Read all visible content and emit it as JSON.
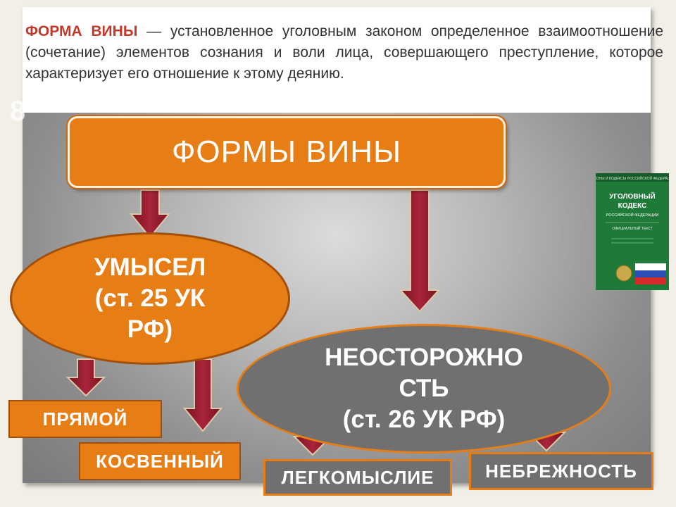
{
  "slide_number": "8",
  "definition": {
    "term": "ФОРМА ВИНЫ",
    "text": " — установленное уголовным законом определенное взаимоотношение (сочетание) элементов сознания и воли лица, совершающего преступление, которое характеризует его отношение к этому деянию."
  },
  "diagram": {
    "root": "ФОРМЫ ВИНЫ",
    "umysel": {
      "line1": "УМЫСЕЛ",
      "line2": "(ст. 25 УК",
      "line3": "РФ)"
    },
    "neostorozhnost": {
      "line1": "НЕОСТОРОЖНО",
      "line2": "СТЬ",
      "line3": "(ст. 26 УК РФ)"
    },
    "leaves": {
      "pryamoi": "ПРЯМОЙ",
      "kosvennyi": "КОСВЕННЫЙ",
      "legkomyslie": "ЛЕГКОМЫСЛИЕ",
      "nebrezhnost": "НЕБРЕЖНОСТЬ"
    }
  },
  "book_cover": {
    "top_text": "ЗАКОНЫ И КОДЕКСЫ РОССИЙСКОЙ ФЕДЕРАЦИИ",
    "title_line1": "УГОЛОВНЫЙ",
    "title_line2": "КОДЕКС",
    "subtitle": "РОССИЙСКОЙ ФЕДЕРАЦИИ",
    "official": "ОФИЦИАЛЬНЫЙ ТЕКСТ"
  },
  "colors": {
    "accent_orange": "#e67e15",
    "arrow_red": "#9b1c2e",
    "term_red": "#c0392b",
    "gray_node": "#707070",
    "book_green": "#1f7a3a"
  }
}
